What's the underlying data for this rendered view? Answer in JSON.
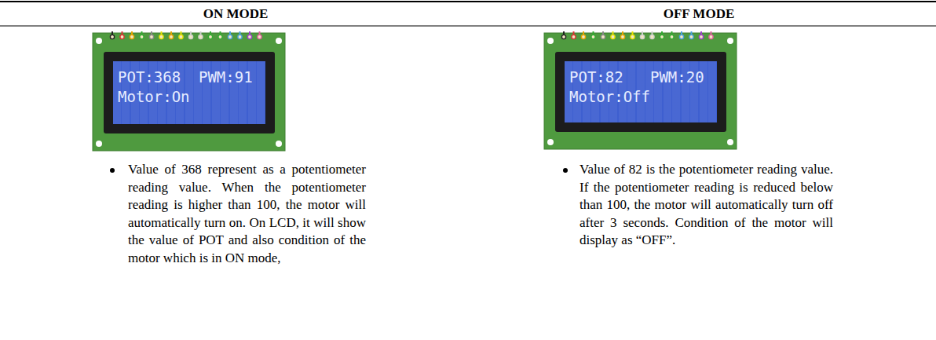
{
  "diagram": {
    "nodes": [
      {
        "text": [
          "POT:368  PWM:91",
          "Motor:On"
        ]
      },
      {
        "text": [
          "POT:82   PWM:20",
          "Motor:Off"
        ]
      }
    ],
    "labels": [
      "ON MODE",
      "OFF MODE",
      "Value of 368 represent as a potentiometer reading value. When the potentiometer reading is higher than 100, the motor will automatically turn on. On LCD, it will show the value of POT and also condition of the motor which is in ON mode,",
      "Value of 82 is the potentiometer reading value. If the potentiometer reading is reduced below than 100, the motor will automatically turn off after 3 seconds. Condition of the motor will display as “OFF”."
    ]
  }
}
